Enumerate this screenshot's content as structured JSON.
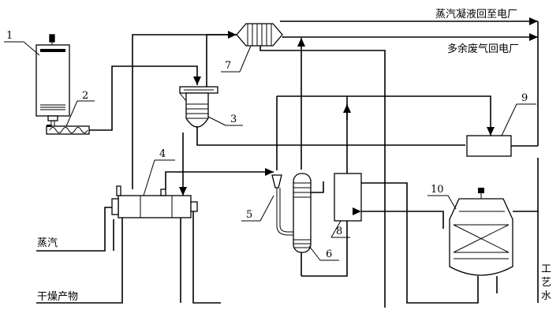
{
  "labels": {
    "steam_condensate": "蒸汽凝液回至电厂",
    "excess_exhaust": "多余废气回电厂",
    "steam": "蒸汽",
    "dry_product": "干燥产物",
    "process_water": [
      "工",
      "艺",
      "水"
    ]
  },
  "equipment_numbers": {
    "n1": "1",
    "n2": "2",
    "n3": "3",
    "n4": "4",
    "n5": "5",
    "n6": "6",
    "n7": "7",
    "n8": "8",
    "n9": "9",
    "n10": "10"
  }
}
